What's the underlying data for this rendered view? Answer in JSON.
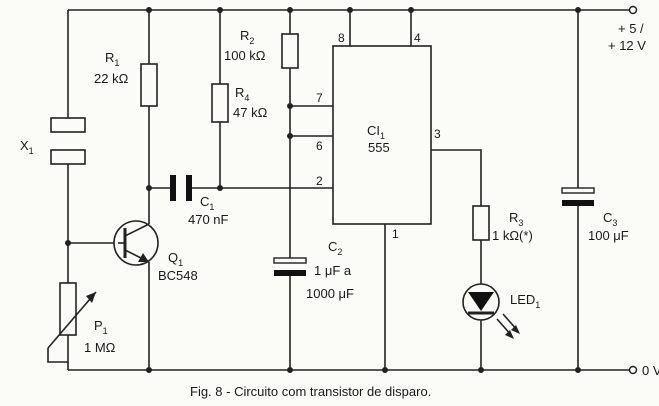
{
  "title": "",
  "caption": "Fig. 8 - Circuito com transistor de disparo.",
  "supply": {
    "line1": "+ 5 /",
    "line2": "+ 12 V",
    "ground_mark": "0 V"
  },
  "components": {
    "x1": {
      "name": "X",
      "sub": "1"
    },
    "r1": {
      "name": "R",
      "sub": "1",
      "value": "22 kΩ"
    },
    "r2": {
      "name": "R",
      "sub": "2",
      "value": "100 kΩ"
    },
    "r4": {
      "name": "R",
      "sub": "4",
      "value": "47 kΩ"
    },
    "c1": {
      "name": "C",
      "sub": "1",
      "value": "470 nF"
    },
    "c2": {
      "name": "C",
      "sub": "2",
      "value1": "1 μF a",
      "value2": "1000 μF"
    },
    "c3": {
      "name": "C",
      "sub": "3",
      "value": "100 μF"
    },
    "q1": {
      "name": "Q",
      "sub": "1",
      "value": "BC548"
    },
    "p1": {
      "name": "P",
      "sub": "1",
      "value": "1 MΩ"
    },
    "r3": {
      "name": "R",
      "sub": "3",
      "value": "1 kΩ(*)"
    },
    "led1": {
      "name": "LED",
      "sub": "1"
    },
    "ic1": {
      "name": "CI",
      "sub": "1",
      "part": "555"
    }
  },
  "ic_pins": {
    "p8": "8",
    "p4": "4",
    "p7": "7",
    "p6": "6",
    "p2": "2",
    "p3": "3",
    "p1": "1"
  }
}
